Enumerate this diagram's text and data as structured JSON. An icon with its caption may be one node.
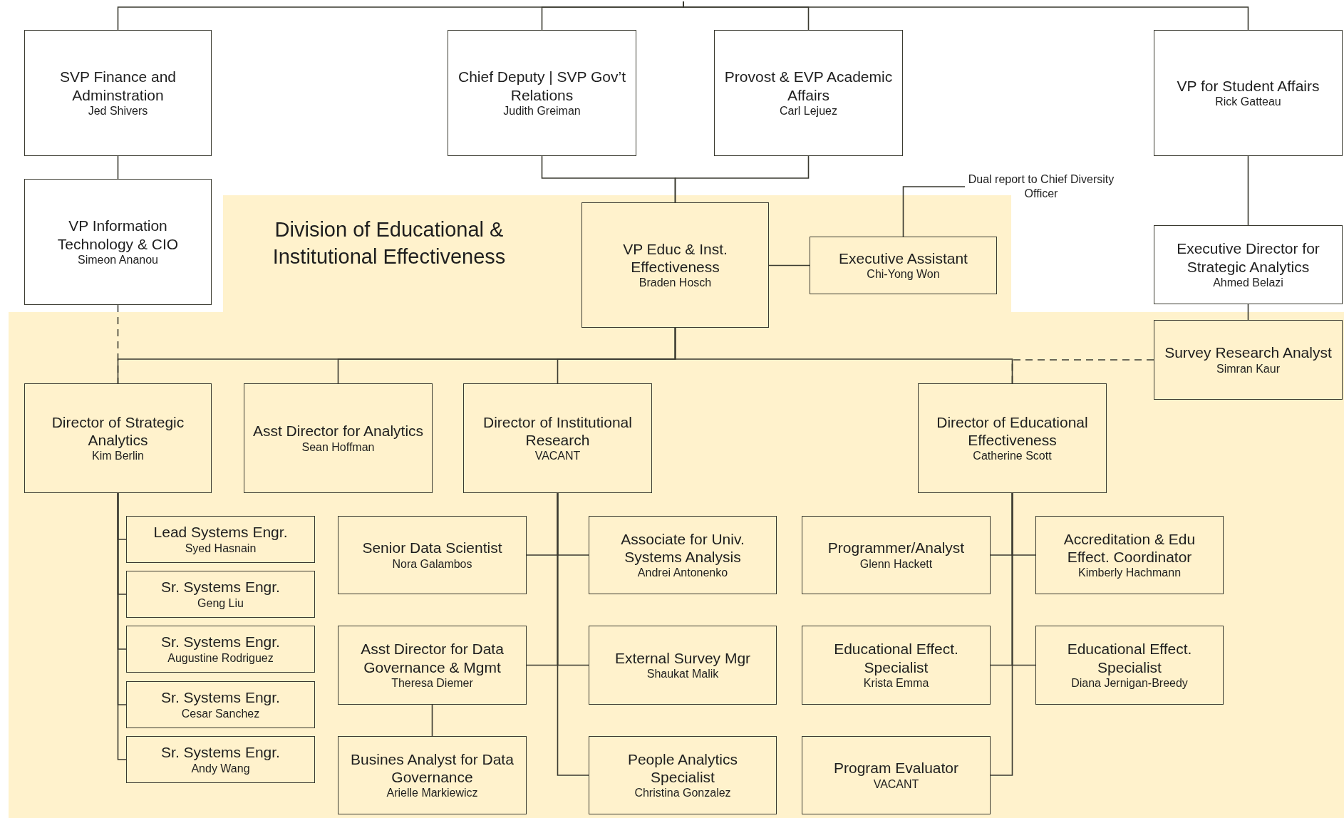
{
  "diagram": {
    "nodes": [
      {
        "text": [
          "SVP Finance and Adminstration",
          "Jed Shivers"
        ]
      },
      {
        "text": [
          "Chief Deputy | SVP Gov’t Relations",
          "Judith Greiman"
        ]
      },
      {
        "text": [
          "Provost & EVP Academic Affairs",
          "Carl Lejuez"
        ]
      },
      {
        "text": [
          "VP for Student Affairs",
          "Rick Gatteau"
        ]
      },
      {
        "text": [
          "VP Information Technology & CIO",
          "Simeon Ananou"
        ]
      },
      {
        "text": [
          "Division of Educational & Institutional Effectiveness"
        ]
      },
      {
        "text": [
          "VP Educ & Inst. Effectiveness",
          "Braden Hosch"
        ],
        "in": 5
      },
      {
        "text": [
          "Executive Assistant",
          "Chi-Yong Won"
        ],
        "in": 5
      },
      {
        "text": [
          "Dual report to Chief Diversity Officer"
        ]
      },
      {
        "text": [
          "Executive Director for Strategic Analytics",
          "Ahmed Belazi"
        ]
      },
      {
        "text": [
          "Survey Research Analyst",
          "Simran Kaur"
        ],
        "in": 5
      },
      {
        "text": [
          "Director of Strategic Analytics",
          "Kim Berlin"
        ],
        "in": 5
      },
      {
        "text": [
          "Asst Director for Analytics",
          "Sean Hoffman"
        ],
        "in": 5
      },
      {
        "text": [
          "Director of Institutional Research",
          "VACANT"
        ],
        "in": 5
      },
      {
        "text": [
          "Director of Educational Effectiveness",
          "Catherine Scott"
        ],
        "in": 5
      },
      {
        "text": [
          "Lead Systems Engr.",
          "Syed Hasnain"
        ],
        "in": 5
      },
      {
        "text": [
          "Sr. Systems Engr.",
          "Geng Liu"
        ],
        "in": 5
      },
      {
        "text": [
          "Sr. Systems Engr.",
          "Augustine Rodriguez"
        ],
        "in": 5
      },
      {
        "text": [
          "Sr. Systems Engr.",
          "Cesar Sanchez"
        ],
        "in": 5
      },
      {
        "text": [
          "Sr. Systems Engr.",
          "Andy Wang"
        ],
        "in": 5
      },
      {
        "text": [
          "Senior Data Scientist",
          "Nora Galambos"
        ],
        "in": 5
      },
      {
        "text": [
          "Asst Director for Data Governance & Mgmt",
          "Theresa Diemer"
        ],
        "in": 5
      },
      {
        "text": [
          "Busines Analyst for Data Governance",
          "Arielle Markiewicz"
        ],
        "in": 5
      },
      {
        "text": [
          "Associate for Univ. Systems Analysis",
          "Andrei Antonenko"
        ],
        "in": 5
      },
      {
        "text": [
          "External Survey Mgr",
          "Shaukat Malik"
        ],
        "in": 5
      },
      {
        "text": [
          "People Analytics Specialist",
          "Christina Gonzalez"
        ],
        "in": 5
      },
      {
        "text": [
          "Programmer/Analyst",
          "Glenn Hackett"
        ],
        "in": 5
      },
      {
        "text": [
          "Educational Effect. Specialist",
          "Krista Emma"
        ],
        "in": 5
      },
      {
        "text": [
          "Program Evaluator",
          "VACANT"
        ],
        "in": 5
      },
      {
        "text": [
          "Accreditation & Edu Effect. Coordinator",
          "Kimberly Hachmann"
        ],
        "in": 5
      },
      {
        "text": [
          "Educational Effect. Specialist",
          "Diana Jernigan-Breedy"
        ],
        "in": 5
      }
    ],
    "edges": [
      {
        "from": null,
        "to": 0,
        "arrow": "none"
      },
      {
        "from": null,
        "to": 1,
        "arrow": "none"
      },
      {
        "from": null,
        "to": 2,
        "arrow": "none"
      },
      {
        "from": null,
        "to": 3,
        "arrow": "none"
      },
      {
        "from": 0,
        "to": 4,
        "arrow": "none"
      },
      {
        "from": 1,
        "to": 6,
        "arrow": "none"
      },
      {
        "from": 2,
        "to": 6,
        "arrow": "none"
      },
      {
        "from": 6,
        "to": 7,
        "arrow": "none"
      },
      {
        "from": 7,
        "to": 8,
        "arrow": "none"
      },
      {
        "from": 3,
        "to": 9,
        "arrow": "none"
      },
      {
        "from": 9,
        "to": 10,
        "arrow": "none"
      },
      {
        "from": 10,
        "to": 14,
        "arrow": "none",
        "style": "dashed"
      },
      {
        "from": 4,
        "to": 11,
        "arrow": "none",
        "style": "dashed"
      },
      {
        "from": 6,
        "to": 11,
        "arrow": "none"
      },
      {
        "from": 6,
        "to": 12,
        "arrow": "none"
      },
      {
        "from": 6,
        "to": 13,
        "arrow": "none"
      },
      {
        "from": 6,
        "to": 14,
        "arrow": "none"
      },
      {
        "from": 11,
        "to": 15,
        "arrow": "none"
      },
      {
        "from": 11,
        "to": 16,
        "arrow": "none"
      },
      {
        "from": 11,
        "to": 17,
        "arrow": "none"
      },
      {
        "from": 11,
        "to": 18,
        "arrow": "none"
      },
      {
        "from": 11,
        "to": 19,
        "arrow": "none"
      },
      {
        "from": 13,
        "to": 20,
        "arrow": "none"
      },
      {
        "from": 13,
        "to": 23,
        "arrow": "none"
      },
      {
        "from": 13,
        "to": 21,
        "arrow": "none"
      },
      {
        "from": 13,
        "to": 24,
        "arrow": "none"
      },
      {
        "from": 13,
        "to": 25,
        "arrow": "none"
      },
      {
        "from": 21,
        "to": 22,
        "arrow": "none"
      },
      {
        "from": 14,
        "to": 26,
        "arrow": "none"
      },
      {
        "from": 14,
        "to": 29,
        "arrow": "none"
      },
      {
        "from": 14,
        "to": 27,
        "arrow": "none"
      },
      {
        "from": 14,
        "to": 30,
        "arrow": "none"
      },
      {
        "from": 14,
        "to": 28,
        "arrow": "none"
      }
    ]
  }
}
